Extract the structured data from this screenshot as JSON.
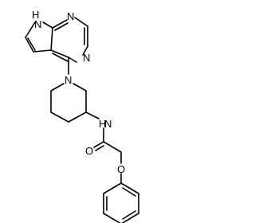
{
  "atoms": {
    "nh_pyrrole": "N",
    "nh_pyrrole_h": "H",
    "n_pyrimidine_top": "N",
    "n_pyrimidine_right": "N",
    "n_piperidine": "N",
    "nh_amide": "N",
    "nh_amide_h": "H",
    "o_carbonyl": "O",
    "o_ether": "O"
  }
}
